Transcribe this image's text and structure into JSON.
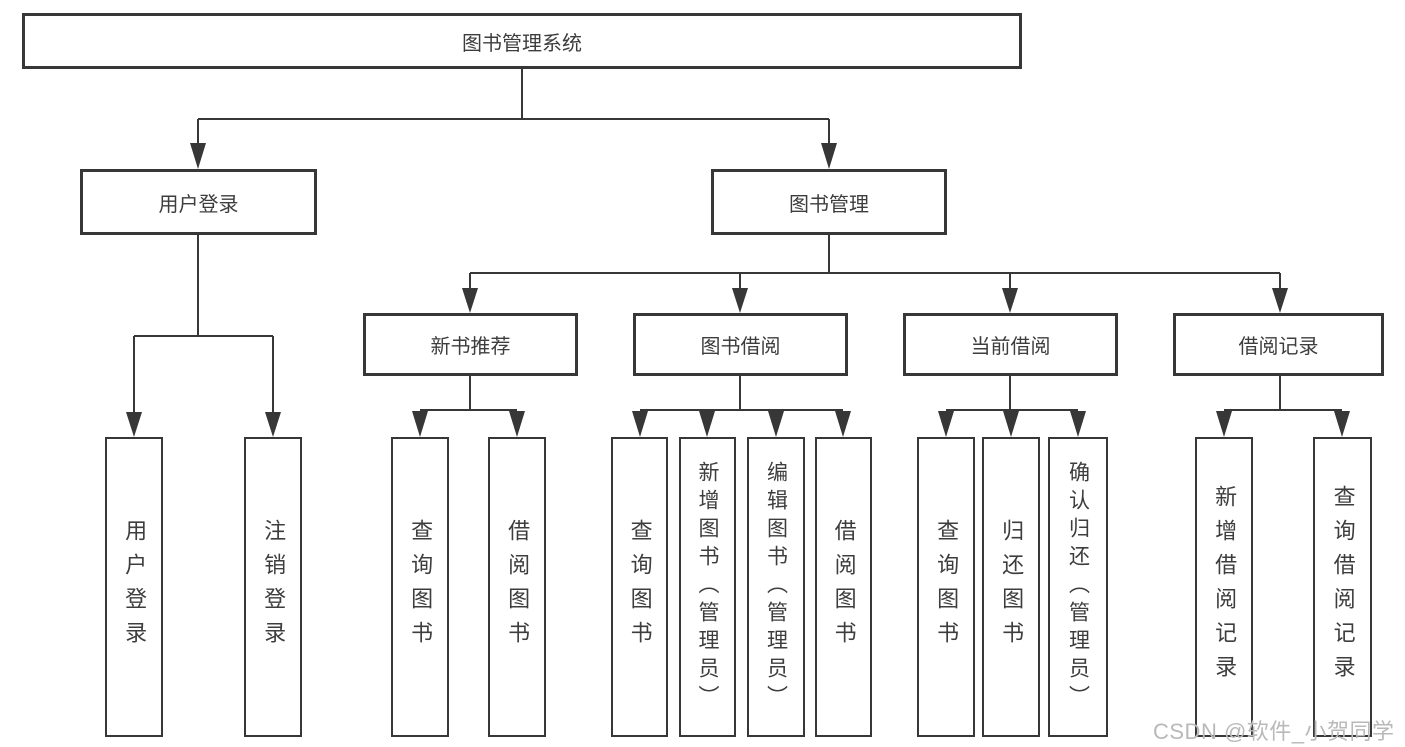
{
  "nodes": {
    "root": "图书管理系统",
    "level2": {
      "user_login": "用户登录",
      "book_mgmt": "图书管理"
    },
    "level3": {
      "new_book_rec": "新书推荐",
      "book_borrow": "图书借阅",
      "current_borrow": "当前借阅",
      "borrow_records": "借阅记录"
    },
    "leaves": {
      "ul_login": "用户登录",
      "ul_logout": "注销登录",
      "nb_query": "查询图书",
      "nb_borrow": "借阅图书",
      "bb_query": "查询图书",
      "bb_add": "新增图书（管理员）",
      "bb_edit": "编辑图书（管理员）",
      "bb_borrow": "借阅图书",
      "cb_query": "查询图书",
      "cb_return": "归还图书",
      "cb_confirm": "确认归还（管理员）",
      "br_add": "新增借阅记录",
      "br_query": "查询借阅记录"
    }
  },
  "watermark": {
    "text": "CSDN @软件_小贺同学",
    "color": "#b9b9b9"
  },
  "colors": {
    "line": "#373737",
    "box_border": "#373737",
    "text": "#3d3d3d",
    "background": "#ffffff"
  }
}
